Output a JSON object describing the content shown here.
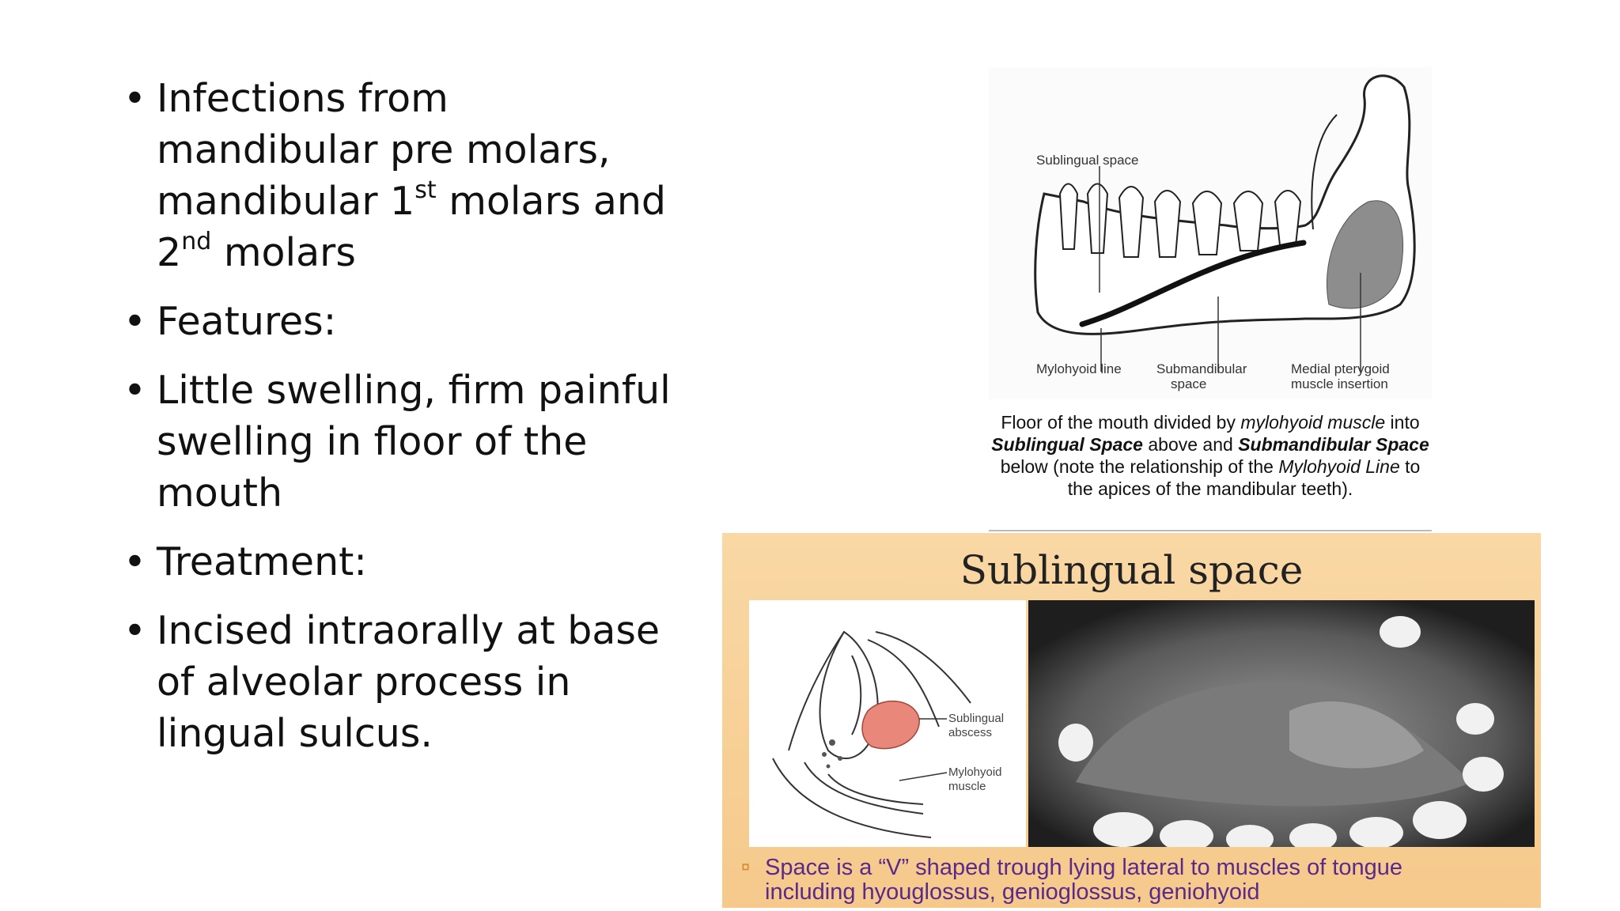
{
  "bullets": [
    {
      "pre": "Infections from mandibular pre molars, mandibular 1",
      "sup1": "st",
      "mid": " molars and 2",
      "sup2": "nd",
      "post": " molars"
    },
    {
      "text": "Features:"
    },
    {
      "text": "Little swelling, firm painful swelling in floor of the mouth"
    },
    {
      "text": "Treatment:"
    },
    {
      "text": "Incised intraorally at base of alveolar process in lingual sulcus."
    }
  ],
  "diagram_top": {
    "labels": {
      "sublingual_space": "Sublingual space",
      "mylohyoid_line": "Mylohyoid line",
      "submandibular_space_1": "Submandibular",
      "submandibular_space_2": "space",
      "medial_pterygoid_1": "Medial pterygoid",
      "medial_pterygoid_2": "muscle insertion"
    },
    "caption": {
      "p1": "Floor of the mouth divided by ",
      "p2": "mylohyoid muscle",
      "p3": " into ",
      "p4": "Sublingual Space",
      "p5": " above and ",
      "p6": "Submandibular Space",
      "p7": " below (note the relationship of the ",
      "p8": "Mylohyoid Line",
      "p9": " to the apices of the mandibular teeth)."
    }
  },
  "panel": {
    "title": "Sublingual space",
    "labels": {
      "abscess_1": "Sublingual",
      "abscess_2": "abscess",
      "muscle_1": "Mylohyoid",
      "muscle_2": "muscle"
    },
    "bullet_marker": "¤",
    "note": "Space is a “V” shaped trough lying lateral to muscles of tongue including hyouglossus, genioglossus, geniohyoid"
  },
  "colors": {
    "panel_bg": "#f6c98b",
    "note_text": "#5a2a8a",
    "abscess": "#e8877a"
  }
}
